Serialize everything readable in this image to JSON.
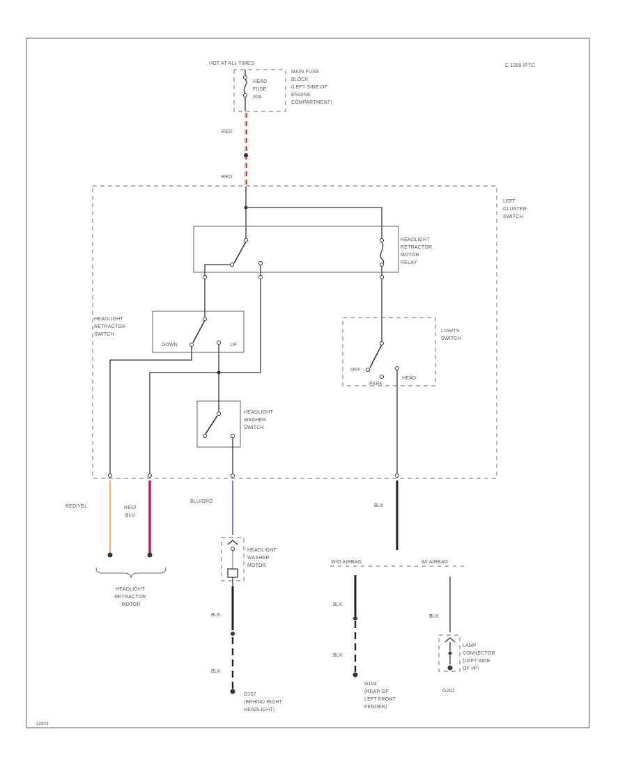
{
  "diagram": {
    "copyright": "C 1995 IPTC",
    "figure_id": "22803",
    "power": {
      "hot_label": "HOT AT ALL TIMES",
      "fuse_lines": [
        "HEAD",
        "FUSE",
        "30A"
      ],
      "fuse_block_lines": [
        "MAIN FUSE",
        "BLOCK",
        "(LEFT SIDE OF",
        "ENGINE",
        "COMPARTMENT)"
      ]
    },
    "wires": {
      "red_top": "RED",
      "red_bottom": "RED",
      "red_yel": "RED/YEL",
      "red_blu_lines": [
        "RED/",
        "BLU"
      ],
      "blu_org": "BLU/ORG",
      "blk_right": "BLK",
      "blk_washer_1": "BLK",
      "blk_washer_2": "BLK",
      "blk_g104_1": "BLK",
      "blk_g104_2": "BLK",
      "blk_g202": "BLK"
    },
    "cluster_switch_lines": [
      "LEFT",
      "CLUSTER",
      "SWITCH"
    ],
    "relay_lines": [
      "HEADLIGHT",
      "RETRACTOR",
      "MOTOR",
      "RELAY"
    ],
    "retractor_switch_lines": [
      "HEADLIGHT",
      "RETRACTOR",
      "SWITCH"
    ],
    "retractor_switch_positions": {
      "down": "DOWN",
      "up": "UP"
    },
    "lights_switch_lines": [
      "LIGHTS",
      "SWITCH"
    ],
    "lights_switch_positions": {
      "off": "OFF",
      "park": "PARK",
      "head": "HEAD"
    },
    "washer_switch_lines": [
      "HEADLIGHT",
      "WASHER",
      "SWITCH"
    ],
    "washer_motor_lines": [
      "HEADLIGHT",
      "WASHER",
      "MOTOR"
    ],
    "retractor_motor_lines": [
      "HEADLIGHT",
      "RETRACTOR",
      "MOTOR"
    ],
    "airbag_split": {
      "left": "W/O AIRBAG",
      "right": "W/ AIRBAG"
    },
    "ground_g107_lines": [
      "G107",
      "(BEHIND RIGHT",
      "HEADLIGHT)"
    ],
    "ground_g104_lines": [
      "G104",
      "(REAR OF",
      "LEFT FRONT",
      "FENDER)"
    ],
    "lamp_connector_lines": [
      "LAMP",
      "CONNECTOR",
      "(LEFT SIDE",
      "OF I/P)"
    ],
    "ground_g202": "G202",
    "colors": {
      "red": "#e03030",
      "red_yel": "#f4b36b",
      "red_blu": "#c01860",
      "blu_org": "#5555ee",
      "blk": "#111111"
    }
  }
}
